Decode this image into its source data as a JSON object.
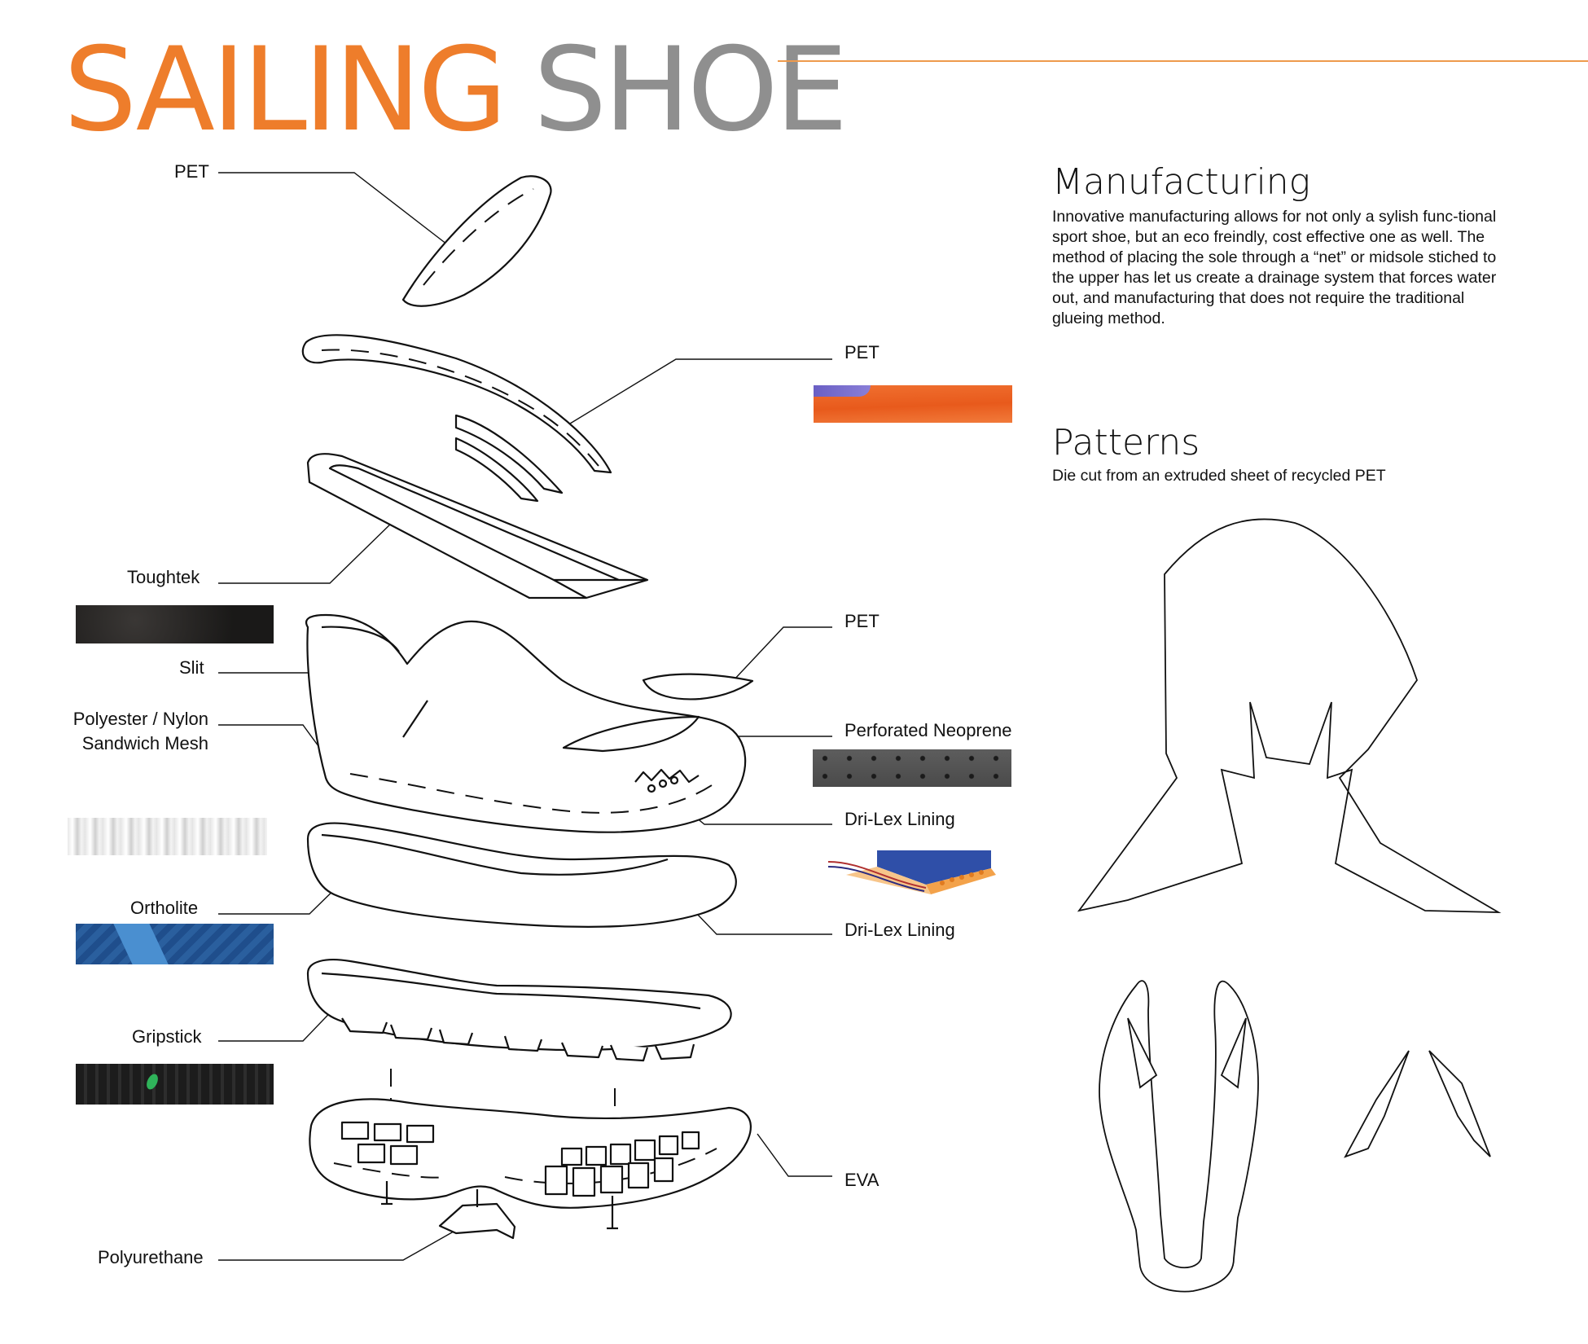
{
  "title": {
    "word1": "SAILING",
    "word2": "SHOE"
  },
  "colors": {
    "accent": "#ee7d2b",
    "gray": "#8f8f8f"
  },
  "manufacturing": {
    "heading": "Manufacturing",
    "body": "Innovative manufacturing allows for not only a sylish func-tional sport shoe, but an eco freindly, cost effective one as well. The method of placing the sole through a “net” or midsole stiched to the upper has let us create a drainage system that forces water out, and manufacturing that does not require the traditional glueing method."
  },
  "patterns": {
    "heading": "Patterns",
    "body": "Die cut from an extruded sheet of recycled PET"
  },
  "labels": {
    "pet_top": "PET",
    "pet_right": "PET",
    "toughtek": "Toughtek",
    "pet_small": "PET",
    "slit": "Slit",
    "mesh": "Polyester / Nylon Sandwich Mesh",
    "perforated_neoprene": "Perforated Neoprene",
    "drilex_1": "Dri-Lex Lining",
    "ortholite": "Ortholite",
    "drilex_2": "Dri-Lex Lining",
    "gripstick": "Gripstick",
    "eva": "EVA",
    "polyurethane": "Polyurethane"
  }
}
